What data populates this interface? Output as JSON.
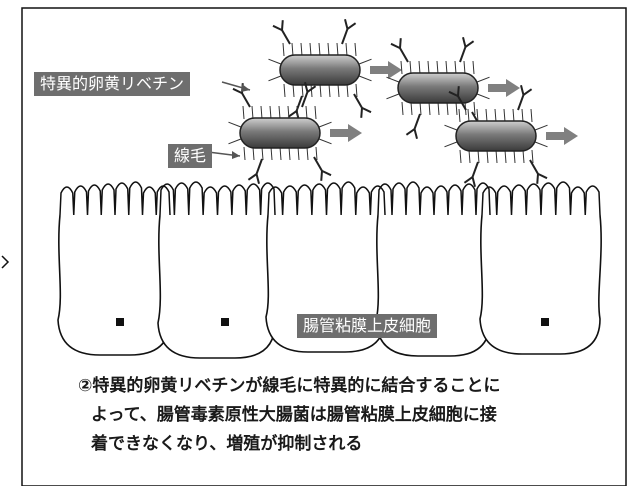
{
  "labels": {
    "igy": "特異的卵黄リベチン",
    "fimbriae": "線毛",
    "epithelium": "腸管粘膜上皮細胞"
  },
  "caption": {
    "line1": "②特異的卵黄リベチンが線毛に特異的に結合することに",
    "line2": "よって、腸管毒素原性大腸菌は腸管粘膜上皮細胞に接",
    "line3": "着できなくなり、増殖が抑制される"
  },
  "colors": {
    "label_bg": "#6e6e6e",
    "bacteria_fill": "#7a7a7a",
    "arrow": "#808080",
    "outline": "#111111"
  }
}
